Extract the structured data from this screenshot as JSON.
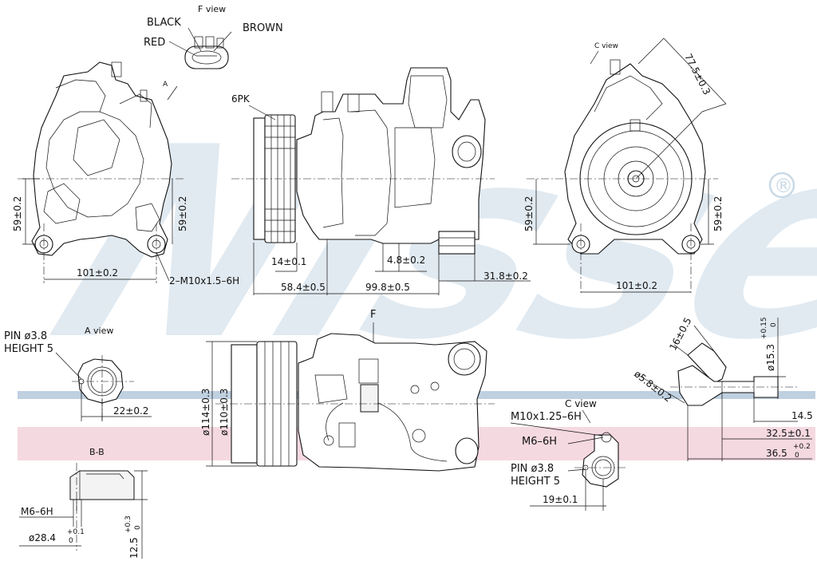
{
  "brand": {
    "watermark": "Nissens",
    "registered": "®"
  },
  "colors": {
    "blue_band": "#bfd0e0",
    "pink_band": "#f3cfd9",
    "line": "#111111"
  },
  "f_view": {
    "title": "F view",
    "black": "BLACK",
    "brown": "BROWN",
    "red": "RED"
  },
  "front_view": {
    "arrow_a": "A",
    "h_left": "59±0.2",
    "h_right": "59±0.2",
    "width": "101±0.2",
    "thread": "2–M10x1.5–6H"
  },
  "side_view": {
    "pulley": "6PK",
    "d14": "14±0.1",
    "d48": "4.8±0.2",
    "d584": "58.4±0.5",
    "d998": "99.8±0.5",
    "d318": "31.8±0.2"
  },
  "c_view_top": {
    "title": "C view",
    "d775": "77.5±0.3",
    "h_left": "59±0.2",
    "h_right": "59±0.2",
    "width": "101±0.2"
  },
  "a_view": {
    "title": "A view",
    "pin": "PIN  ø3.8",
    "height": "HEIGHT  5",
    "d22": "22±0.2"
  },
  "bottom_view": {
    "label_f": "F",
    "d114": "ø114±0.3",
    "d110": "ø110±0.3"
  },
  "bb": {
    "title": "B-B",
    "thread": "M6–6H",
    "d284": "ø28.4",
    "d284_tol_up": "+0.1",
    "d284_tol_dn": "0",
    "d125": "12.5",
    "d125_tol_up": "+0.3",
    "d125_tol_dn": "0"
  },
  "c_view_bottom": {
    "title": "C view",
    "thread1": "M10x1.25–6H",
    "thread2": "M6–6H",
    "pin": "PIN  ø3.8",
    "height": "HEIGHT  5",
    "d19": "19±0.1"
  },
  "fitting": {
    "d16": "16±0.5",
    "d58": "ø5.8±0.2",
    "d153": "ø15.3",
    "d153_tol_up": "+0.15",
    "d153_tol_dn": "0",
    "d145": "14.5",
    "d325": "32.5±0.1",
    "d365": "36.5",
    "d365_tol_up": "+0.2",
    "d365_tol_dn": "0"
  }
}
